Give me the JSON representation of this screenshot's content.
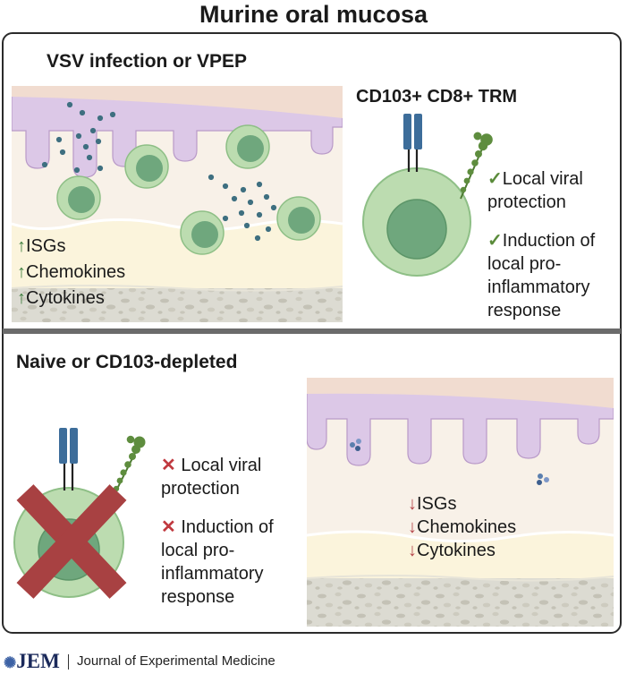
{
  "title": "Murine oral mucosa",
  "top_panel": {
    "heading": "VSV infection or VPEP",
    "cell_label": "CD103+ CD8+ TRM",
    "markers": [
      {
        "arrow": "↑",
        "label": "ISGs"
      },
      {
        "arrow": "↑",
        "label": "Chemokines"
      },
      {
        "arrow": "↑",
        "label": "Cytokines"
      }
    ],
    "outcomes": [
      {
        "mark": "✓",
        "lines": [
          "Local viral",
          "protection"
        ]
      },
      {
        "mark": "✓",
        "lines": [
          "Induction of",
          "local pro-",
          "inflammatory",
          "response"
        ]
      }
    ]
  },
  "bottom_panel": {
    "heading": "Naive or CD103-depleted",
    "markers": [
      {
        "arrow": "↓",
        "label": "ISGs"
      },
      {
        "arrow": "↓",
        "label": "Chemokines"
      },
      {
        "arrow": "↓",
        "label": "Cytokines"
      }
    ],
    "outcomes": [
      {
        "mark": "✕",
        "lines": [
          "Local viral",
          "protection"
        ]
      },
      {
        "mark": "✕",
        "lines": [
          "Induction of",
          "local pro-",
          "inflammatory",
          "response"
        ]
      }
    ]
  },
  "footer": {
    "logo_text": "JEM",
    "journal_name": "Journal of Experimental Medicine"
  },
  "colors": {
    "epithelium": "#dcc8e7",
    "lamina_propria": "#f8f1e8",
    "submucosa": "#fbf4dc",
    "bone": "#dcdbd2",
    "cell_outer": "#bcdcb0",
    "cell_inner": "#6fa77d",
    "virus": "#3e6f80",
    "receptor": "#3d6d9a",
    "tcr_chain": "#5e8d3e",
    "cross": "#a84142",
    "check": "#5a8b3a",
    "x_mark": "#c0393f"
  },
  "icons": [
    "cd103-receptor-icon",
    "tcr-chain-icon",
    "virus-particle-icon",
    "depletion-cross-icon",
    "check-icon",
    "x-icon",
    "journal-logo-icon"
  ]
}
